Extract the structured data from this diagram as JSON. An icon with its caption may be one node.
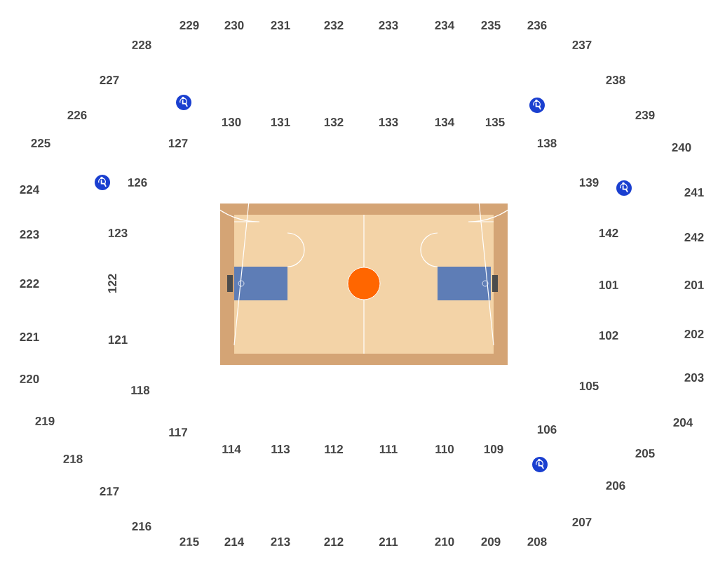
{
  "diagram": {
    "labels": [
      "229",
      "230",
      "231",
      "232",
      "233",
      "234",
      "235",
      "236",
      "228",
      "237",
      "227",
      "238",
      "226",
      "239",
      "130",
      "131",
      "132",
      "133",
      "134",
      "135",
      "225",
      "127",
      "138",
      "240",
      "224",
      "126",
      "139",
      "241",
      "223",
      "123",
      "142",
      "242",
      "222",
      "122",
      "101",
      "201",
      "221",
      "121",
      "102",
      "202",
      "220",
      "105",
      "203",
      "118",
      "219",
      "204",
      "117",
      "106",
      "114",
      "113",
      "112",
      "111",
      "110",
      "109",
      "205",
      "218",
      "217",
      "206",
      "207",
      "216",
      "215",
      "214",
      "213",
      "212",
      "211",
      "210",
      "209",
      "208"
    ]
  }
}
